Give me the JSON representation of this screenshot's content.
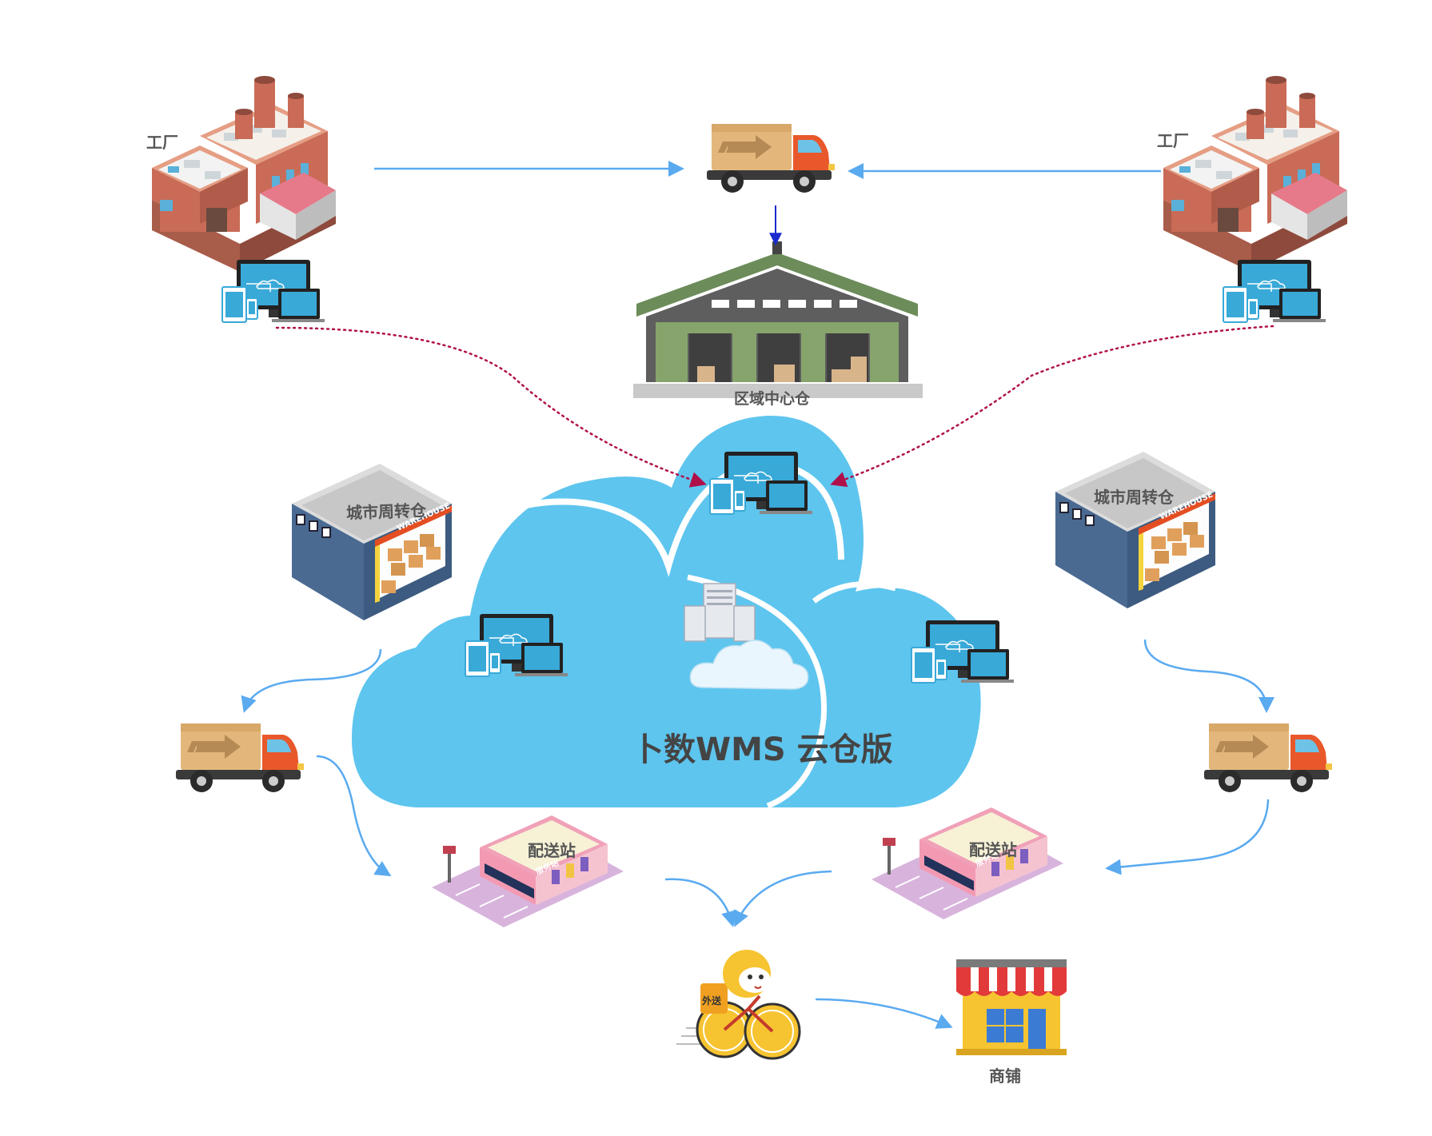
{
  "labels": {
    "factory_left": "工厂",
    "factory_right": "工厂",
    "regional_center": "区域中心仓",
    "city_left": "城市周转仓",
    "city_right": "城市周转仓",
    "warehouse_sign": "WAREHOUSE",
    "delivery_left": "配送站",
    "delivery_right": "配送站",
    "delivery_banner": "服务站",
    "cloud_title": "卜数WMS 云仓版",
    "courier_box": "外送",
    "shop": "商铺"
  },
  "colors": {
    "cloud": "#5ec5ee",
    "flow_arrow": "#5aaaf0",
    "data_link": "#b0104a",
    "truck_to_center": "#1a2bd0"
  }
}
